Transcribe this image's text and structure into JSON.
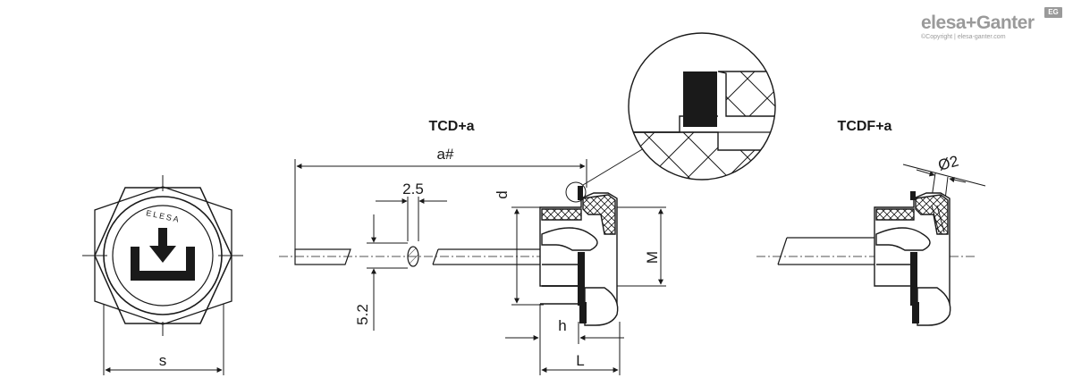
{
  "brand": {
    "name": "elesa+Ganter",
    "copyright": "©Copyright | elesa-ganter.com",
    "badge": "EG"
  },
  "views": {
    "front": {
      "logo_text": "ELESA",
      "dim_s": "s"
    },
    "tcd": {
      "title": "TCD+a",
      "dim_a": "a#",
      "dim_2_5": "2.5",
      "dim_5_2": "5.2",
      "dim_d": "d",
      "dim_M": "M",
      "dim_h": "h",
      "dim_L": "L"
    },
    "tcdf": {
      "title": "TCDF+a",
      "dim_o2": "Ø2"
    }
  },
  "colors": {
    "line": "#1a1a1a",
    "brand_gray": "#9a9a9a"
  }
}
